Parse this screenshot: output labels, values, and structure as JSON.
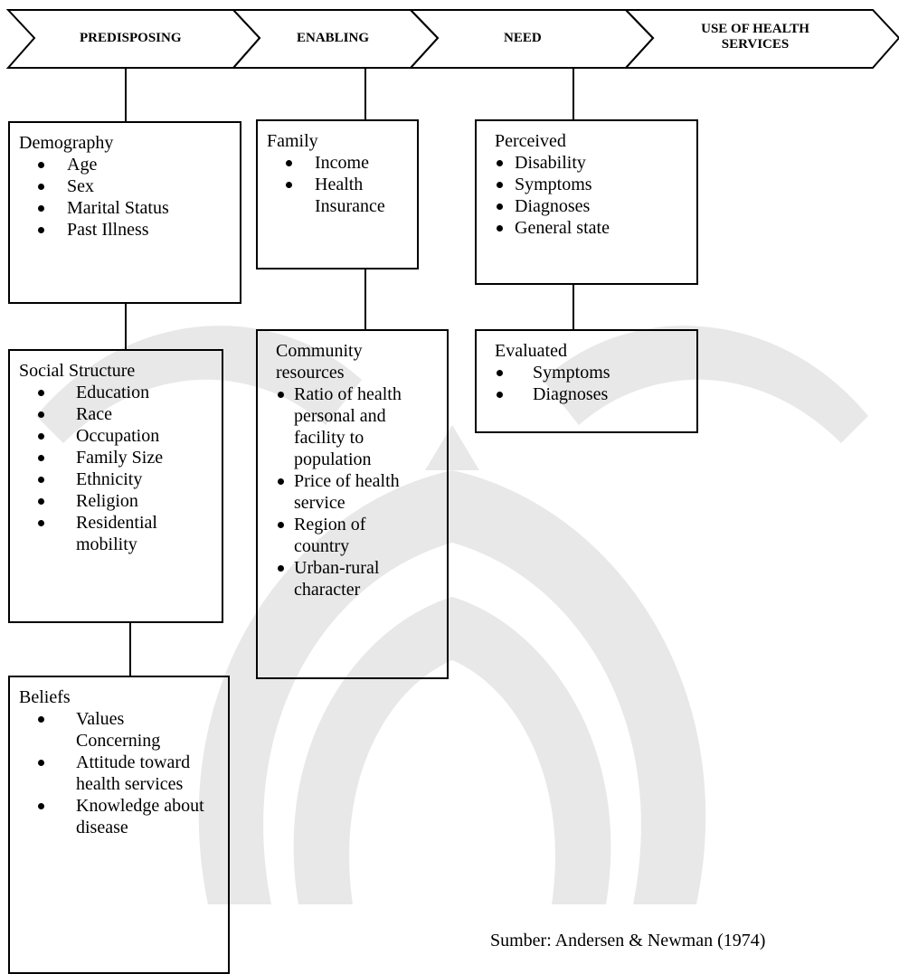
{
  "stages": [
    {
      "label": "PREDISPOSING"
    },
    {
      "label": "ENABLING"
    },
    {
      "label": "NEED"
    },
    {
      "label": "USE OF HEALTH SERVICES",
      "line1": "USE OF HEALTH",
      "line2": "SERVICES"
    }
  ],
  "boxes": {
    "demography": {
      "title": "Demography",
      "items": [
        "Age",
        "Sex",
        "Marital Status",
        "Past Illness"
      ]
    },
    "social": {
      "title": "Social Structure",
      "items": [
        "Education",
        "Race",
        "Occupation",
        "Family Size",
        "Ethnicity",
        "Religion",
        "Residential mobility"
      ]
    },
    "beliefs": {
      "title": "Beliefs",
      "items": [
        "Values Concerning",
        "Attitude toward health services",
        "Knowledge about disease"
      ]
    },
    "family": {
      "title": "Family",
      "items": [
        "Income",
        "Health Insurance"
      ]
    },
    "community": {
      "title": "Community resources",
      "items": [
        "Ratio of health personal and facility to population",
        "Price of health service",
        "Region of country",
        "Urban-rural character"
      ]
    },
    "perceived": {
      "title": "Perceived",
      "items": [
        "Disability",
        "Symptoms",
        "Diagnoses",
        "General state"
      ]
    },
    "evaluated": {
      "title": "Evaluated",
      "items": [
        "Symptoms",
        "Diagnoses"
      ]
    }
  },
  "source": "Sumber: Andersen & Newman (1974)",
  "colors": {
    "line": "#000000",
    "watermark": "#e6e6e6"
  }
}
